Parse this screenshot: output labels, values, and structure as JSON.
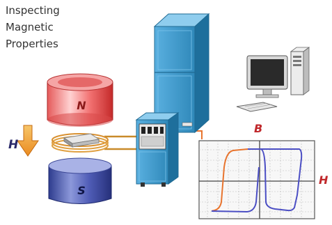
{
  "title_lines": [
    "Inspecting",
    "Magnetic",
    "Properties"
  ],
  "labels": {
    "north_pole": "N",
    "south_pole": "S",
    "field_axis": "H",
    "field_arrow": "H",
    "induction": "B"
  },
  "colors": {
    "north_magnet": "#e23c3c",
    "south_magnet": "#3d4fa6",
    "arrow": "#f0a030",
    "cabinet": "#2f88b9",
    "loop_orange": "#e8742e",
    "loop_blue": "#4b4ec4",
    "label_red": "#c0282b"
  },
  "icons": [
    "magnet-north-icon",
    "magnet-south-icon",
    "field-arrow-icon",
    "sample-coil-icon",
    "tall-cabinet-icon",
    "instrument-unit-icon",
    "computer-monitor-icon",
    "pc-tower-icon",
    "keyboard-icon",
    "hysteresis-plot-icon"
  ]
}
